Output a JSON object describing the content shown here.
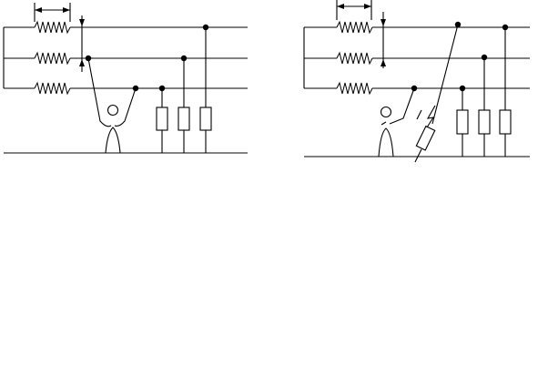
{
  "diagrams": [
    {
      "id": "left",
      "scenario": "two-phase-contact",
      "phases": 3,
      "loads": 3,
      "person": true,
      "ground_fault": false
    },
    {
      "id": "right",
      "scenario": "single-phase-contact-with-ground-fault",
      "phases": 3,
      "loads": 3,
      "person": true,
      "ground_fault": true
    }
  ],
  "footer_mark": "_"
}
